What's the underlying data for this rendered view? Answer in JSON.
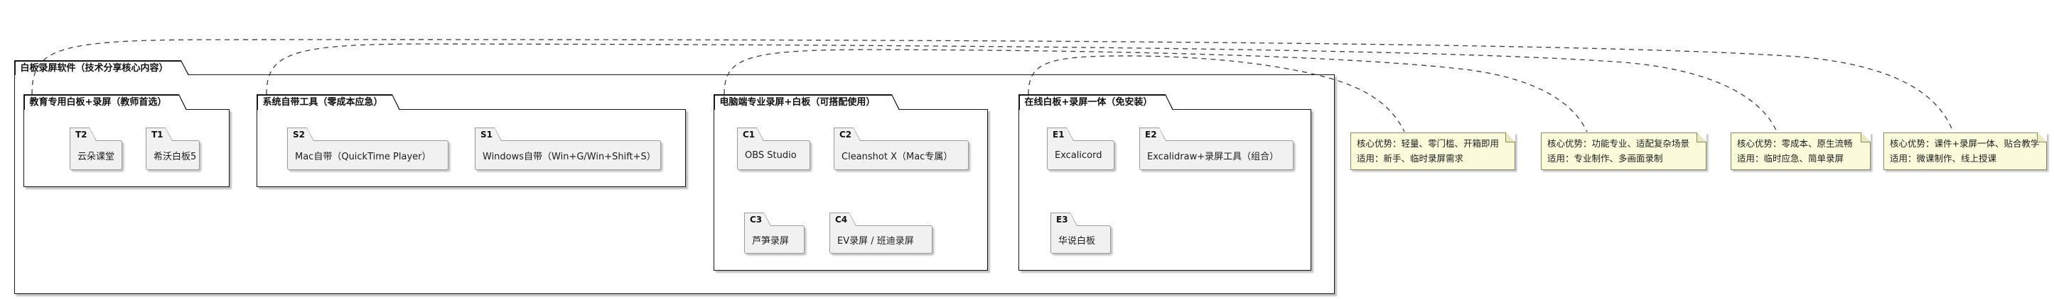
{
  "root_title": "白板录屏软件（技术分享核心内容）",
  "groups": [
    {
      "title": "教育专用白板+录屏（教师首选）",
      "items": [
        {
          "tag": "T2",
          "label": "云朵课堂"
        },
        {
          "tag": "T1",
          "label": "希沃白板5"
        }
      ]
    },
    {
      "title": "系统自带工具（零成本应急）",
      "items": [
        {
          "tag": "S2",
          "label": "Mac自带（QuickTime Player）"
        },
        {
          "tag": "S1",
          "label": "Windows自带（Win+G/Win+Shift+S）"
        }
      ]
    },
    {
      "title": "电脑端专业录屏+白板（可搭配使用）",
      "items": [
        {
          "tag": "C1",
          "label": "OBS Studio"
        },
        {
          "tag": "C2",
          "label": "Cleanshot X（Mac专属）"
        },
        {
          "tag": "C3",
          "label": "芦笋录屏"
        },
        {
          "tag": "C4",
          "label": "EV录屏 / 班迪录屏"
        }
      ]
    },
    {
      "title": "在线白板+录屏一体（免安装）",
      "items": [
        {
          "tag": "E1",
          "label": "Excalicord"
        },
        {
          "tag": "E2",
          "label": "Excalidraw+录屏工具（组合）"
        },
        {
          "tag": "E3",
          "label": "华说白板"
        }
      ]
    }
  ],
  "notes": [
    {
      "line1": "核心优势：轻量、零门槛、开箱即用",
      "line2": "适用：新手、临时录屏需求"
    },
    {
      "line1": "核心优势：功能专业、适配复杂场景",
      "line2": "适用：专业制作、多画面录制"
    },
    {
      "line1": "核心优势：零成本、原生流畅",
      "line2": "适用：临时应急、简单录屏"
    },
    {
      "line1": "核心优势：课件+录屏一体、贴合教学",
      "line2": "适用：微课制作、线上授课"
    }
  ],
  "connections": [
    {
      "from_group": 0,
      "to_note": 3
    },
    {
      "from_group": 1,
      "to_note": 2
    },
    {
      "from_group": 2,
      "to_note": 1
    },
    {
      "from_group": 3,
      "to_note": 0
    }
  ],
  "colors": {
    "note_bg": "#FBFBDC",
    "note_border": "#8B8B62",
    "package_border": "#161616",
    "folder_bg": "#F1F1F1",
    "folder_border": "#9A9A9A",
    "connector": "#3C3C3C"
  }
}
